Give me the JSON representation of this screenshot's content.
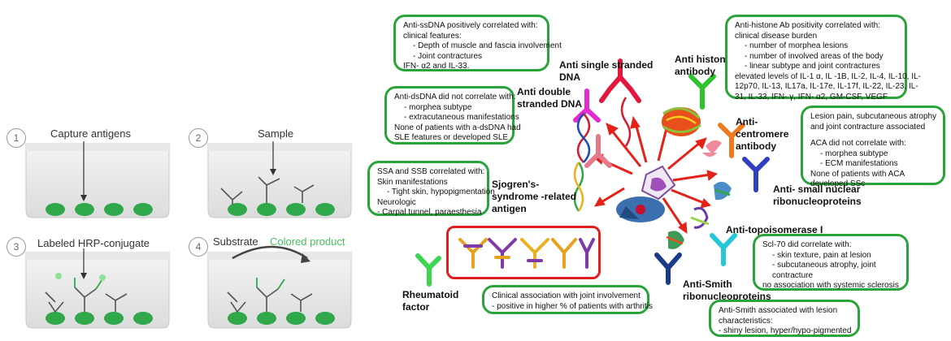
{
  "elisa": {
    "steps": [
      {
        "num": "1",
        "label": "Capture antigens"
      },
      {
        "num": "2",
        "label": "Sample"
      },
      {
        "num": "3",
        "label": "Labeled HRP-conjugate"
      },
      {
        "num": "4",
        "label": "Substrate",
        "extra": "Colored product"
      }
    ]
  },
  "antibodies": {
    "ssdna": "Anti single stranded DNA",
    "dsdna": "Anti double stranded DNA",
    "histone": "Anti histone antibody",
    "centromere": "Anti-centromere antibody",
    "snrnp": "Anti- small nuclear ribonucleoproteins",
    "topo": "Anti-topoisomerase I",
    "smith": "Anti-Smith ribonucleoproteins",
    "sjogren": "Sjogren's-syndrome -related antigen",
    "rf": "Rheumatoid factor"
  },
  "boxes": {
    "ssdna": [
      "Anti-ssDNA positively correlated with:",
      " clinical features:",
      "-      Depth of muscle and fascia involvement",
      "-      Joint contractures",
      "IFN- α2 and IL-33."
    ],
    "dsdna": [
      "Anti-dsDNA did not correlate with:",
      "-     morphea subtype",
      "-     extracutaneous manifestations",
      "None of patients with a-dsDNA had",
      "SLE features or developed SLE"
    ],
    "ssa": [
      "SSA and SSB correlated with:",
      "Skin manifestations",
      "-      Tight skin, hypopigmentation",
      "Neurologic",
      "- Carpal tunnel, paraesthesia"
    ],
    "histone": [
      "Anti-histone Ab positivity correlated with:",
      "clinical disease burden",
      "-      number of morphea lesions",
      "-      number of involved areas of the body",
      "-      linear subtype and joint contractures",
      "elevated levels of IL-1 α, IL -1B, IL-2, IL-4, IL-10, IL-",
      "12p70, IL-13, IL17a, IL-17e, IL-17f, IL-22, IL-23, IL-",
      "31, IL-33, IFN- γ, IFN- α2, GM-CSF, VEGF"
    ],
    "centromere": [
      "Lesion pain, subcutaneous atrophy",
      "and joint contracture associated",
      "",
      "ACA did not correlate with:",
      "-      morphea subtype",
      "-      ECM manifestations",
      "None of patients with ACA",
      "developed SSc"
    ],
    "scl70": [
      "Scl-70 did correlate with:",
      "-      skin texture, pain at lesion",
      "-      subcutaneous atrophy,  joint",
      "        contracture",
      "no association with systemic sclerosis"
    ],
    "rf": [
      "Clinical association with joint involvement",
      " - positive in higher % of patients with arthritis"
    ],
    "smith": [
      "Anti-Smith associated with lesion",
      "characteristics:",
      "- shiny lesion, hyper/hypo-pigmented"
    ]
  },
  "colors": {
    "box_border": "#2aa33a",
    "rf_border": "#e02020",
    "arrow": "#e42218",
    "well_green": "#2ea84a"
  }
}
